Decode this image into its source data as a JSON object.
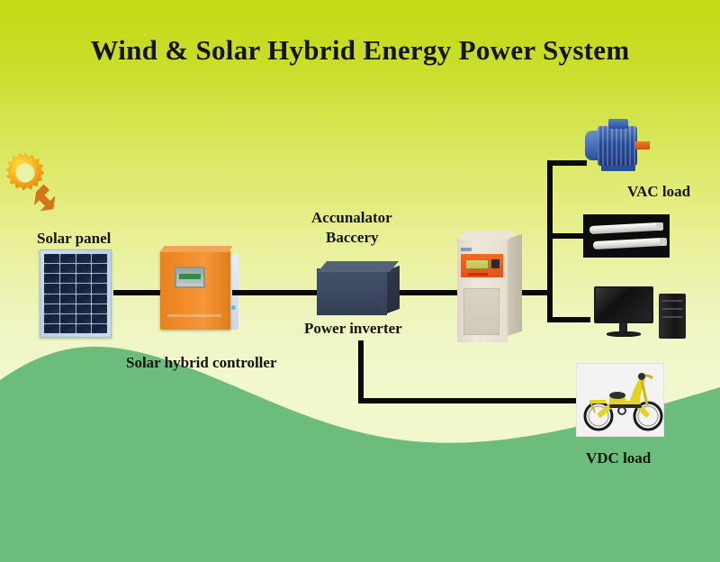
{
  "diagram": {
    "title": "Wind & Solar Hybrid Energy Power System",
    "background_top_color": "#c3d913",
    "background_bottom_color": "#f2f7cc",
    "hill_color": "#6cbd7c",
    "wire_color": "#0a0a0a"
  },
  "labels": {
    "solar_panel": "Solar panel",
    "solar_hybrid_controller": "Solar hybrid controller",
    "accumulator_line1": "Accunalator",
    "accumulator_line2": "Baccery",
    "power_inverter": "Power inverter",
    "vac_load": "VAC load",
    "vdc_load": "VDC load"
  },
  "components": [
    {
      "name": "sun",
      "icon": "sun-icon",
      "color": "#f5a623"
    },
    {
      "name": "sun-ray-arrow",
      "icon": "arrow-down-right-icon",
      "color": "#d9731a"
    },
    {
      "name": "solar-panel",
      "cells_across": 4,
      "cells_down": 8,
      "cell_color": "#1c2740",
      "frame_color": "#c2d6e8"
    },
    {
      "name": "solar-hybrid-controller",
      "body_color": "#ef8a26",
      "screen_color": "#2f8c4a"
    },
    {
      "name": "accumulator-battery",
      "body_color": "#3c4860"
    },
    {
      "name": "power-inverter-cabinet",
      "body_color": "#e4dfd0",
      "panel_color": "#ea5a1c",
      "lcd_color": "#ccc65c"
    },
    {
      "name": "ac-motor",
      "body_color": "#2d55a8",
      "shaft_color": "#e0661d"
    },
    {
      "name": "fluorescent-lamp",
      "body_color": "#0c0c0c",
      "tube_color": "#ffffff"
    },
    {
      "name": "desktop-computer",
      "body_color": "#151515"
    },
    {
      "name": "electric-bike",
      "body_color": "#e5d322"
    }
  ],
  "connections": [
    {
      "from": "solar-panel",
      "to": "solar-hybrid-controller",
      "type": "dc"
    },
    {
      "from": "solar-hybrid-controller",
      "to": "accumulator-battery",
      "type": "dc"
    },
    {
      "from": "accumulator-battery",
      "to": "power-inverter-cabinet",
      "type": "dc"
    },
    {
      "from": "power-inverter-cabinet",
      "to": "ac-motor",
      "type": "ac"
    },
    {
      "from": "power-inverter-cabinet",
      "to": "fluorescent-lamp",
      "type": "ac"
    },
    {
      "from": "power-inverter-cabinet",
      "to": "desktop-computer",
      "type": "ac"
    },
    {
      "from": "accumulator-battery",
      "to": "electric-bike",
      "type": "dc"
    }
  ]
}
